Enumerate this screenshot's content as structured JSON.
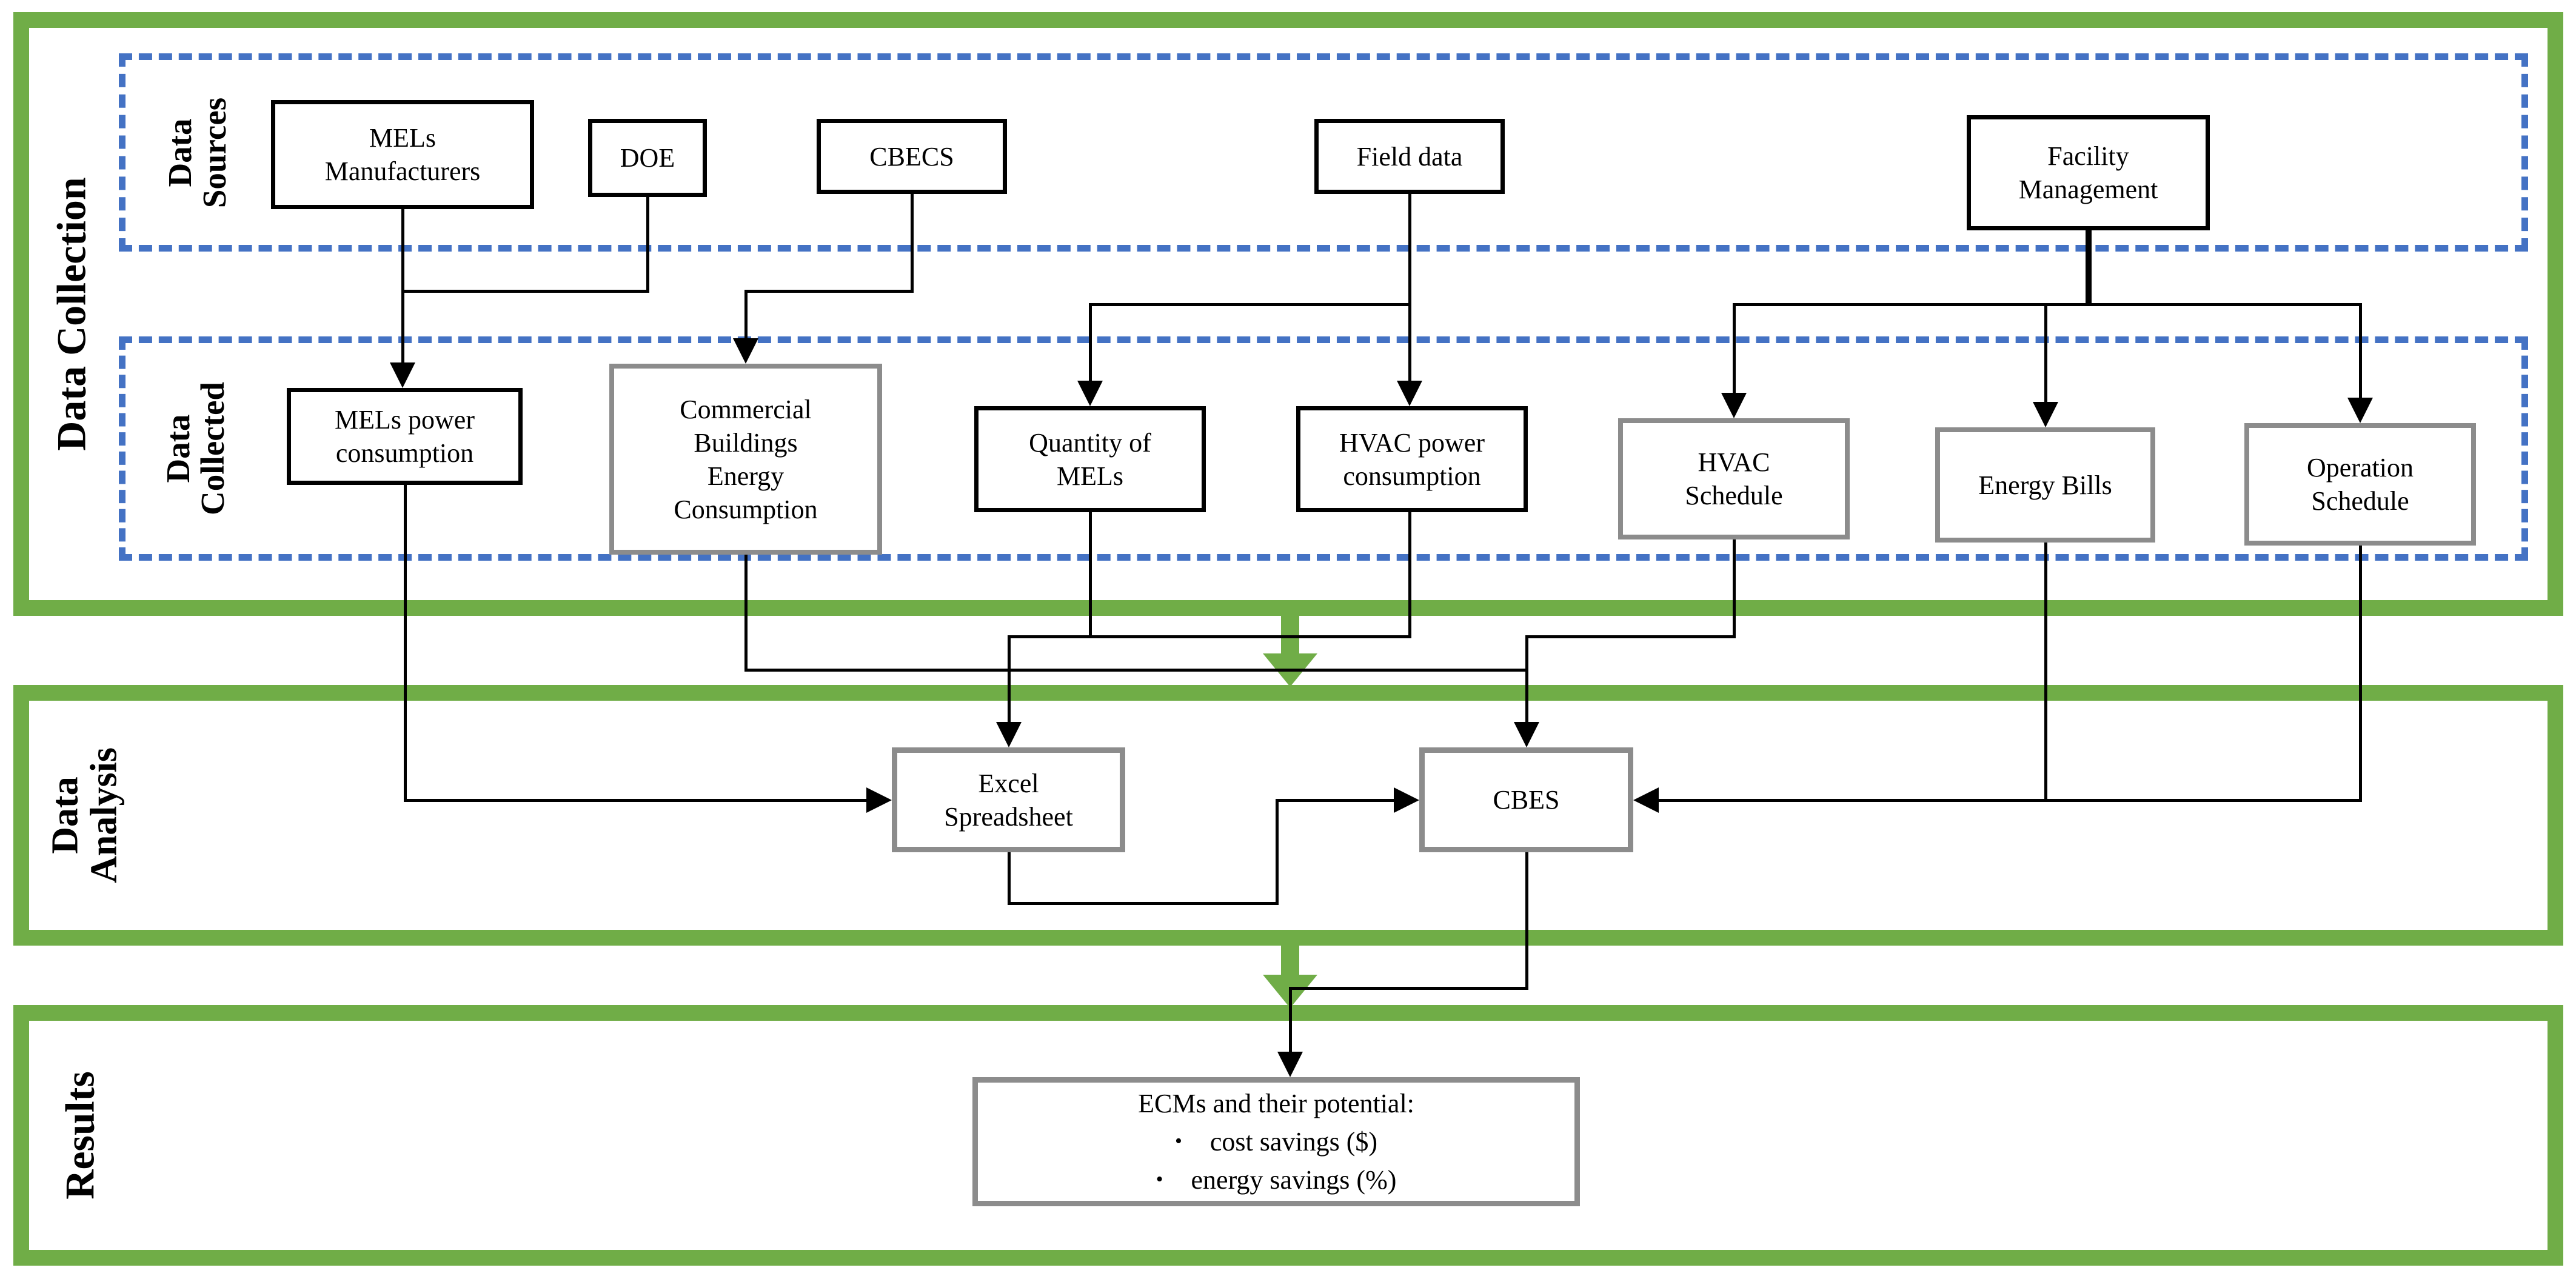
{
  "palette": {
    "section_green": "#70AD47",
    "group_blue": "#4472C4",
    "gray_border": "#8C8C8C",
    "black": "#000000",
    "white": "#FFFFFF"
  },
  "sections": {
    "collection": {
      "label": "Data Collection"
    },
    "analysis": {
      "label": "Data\nAnalysis"
    },
    "results": {
      "label": "Results"
    }
  },
  "groups": {
    "sources": {
      "label": "Data\nSources"
    },
    "collected": {
      "label": "Data\nCollected"
    }
  },
  "boxes": {
    "mels_manufacturers": {
      "label": "MELs\nManufacturers"
    },
    "doe": {
      "label": "DOE"
    },
    "cbecs": {
      "label": "CBECS"
    },
    "field_data": {
      "label": "Field data"
    },
    "facility_management": {
      "label": "Facility\nManagement"
    },
    "mels_power": {
      "label": "MELs power\nconsumption"
    },
    "commercial_buildings": {
      "label": "Commercial\nBuildings\nEnergy\nConsumption"
    },
    "quantity_mels": {
      "label": "Quantity of\nMELs"
    },
    "hvac_power": {
      "label": "HVAC power\nconsumption"
    },
    "hvac_schedule": {
      "label": "HVAC\nSchedule"
    },
    "energy_bills": {
      "label": "Energy Bills"
    },
    "operation_schedule": {
      "label": "Operation\nSchedule"
    },
    "excel": {
      "label": "Excel\nSpreadsheet"
    },
    "cbes": {
      "label": "CBES"
    },
    "ecms": {
      "title": "ECMs and their potential:",
      "bullet_char": "•",
      "bullets": [
        "cost savings ($)",
        "energy savings (%)"
      ]
    }
  }
}
